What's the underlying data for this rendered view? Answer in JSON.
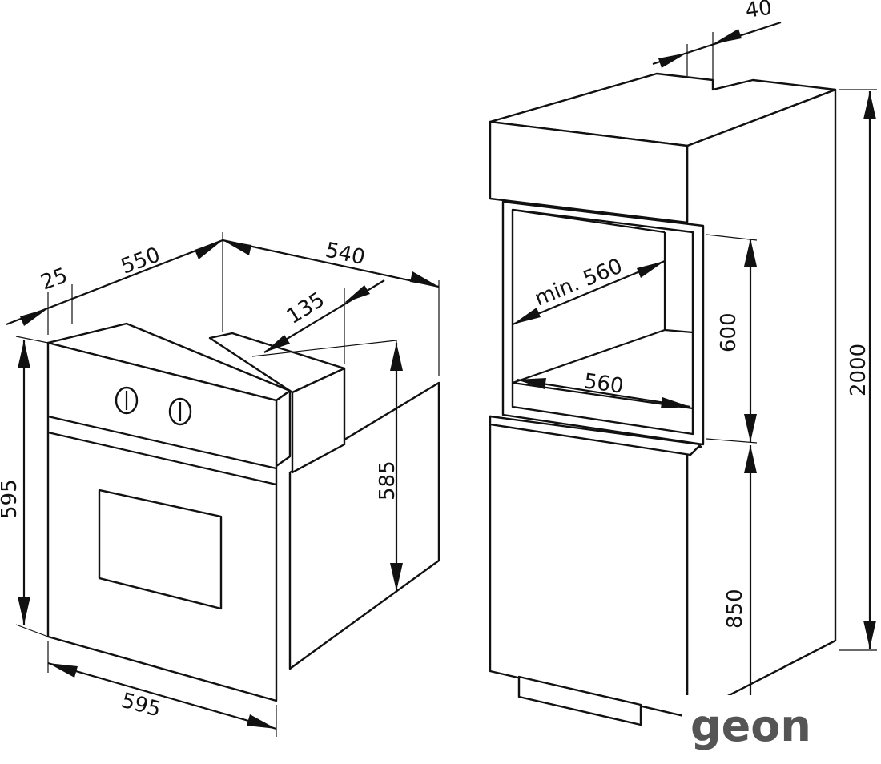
{
  "oven": {
    "dimensions": {
      "depth_offset": "25",
      "depth_main": "550",
      "depth_total": "540",
      "rear_step": "135",
      "height_front": "595",
      "height_body": "585",
      "width_front": "595"
    }
  },
  "cabinet": {
    "dimensions": {
      "top_gap": "40",
      "niche_depth": "min. 560",
      "niche_width": "560",
      "niche_height": "600",
      "base_height": "850",
      "total_height": "2000"
    }
  },
  "watermark": {
    "text": "geon"
  },
  "colors": {
    "line": "#111111",
    "background": "#ffffff",
    "watermark": "#555555"
  }
}
